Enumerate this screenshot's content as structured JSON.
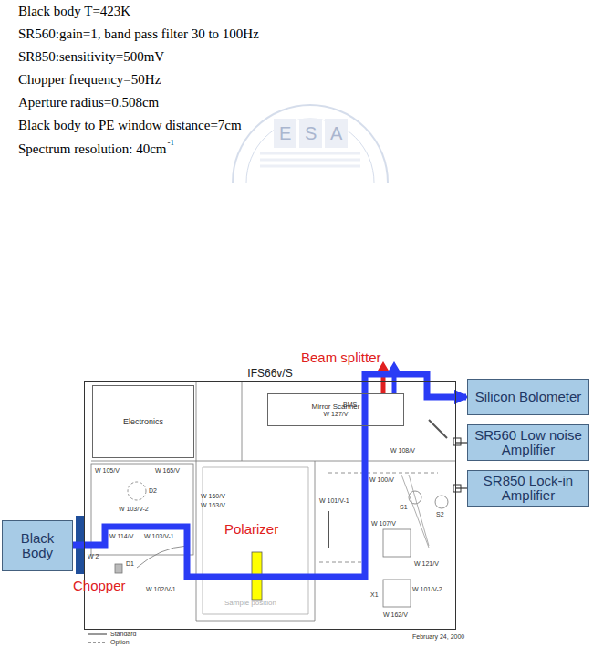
{
  "diagram": {
    "title": "IFS66v/S",
    "nodes": [
      {
        "text": [
          "IFS66v/S"
        ]
      },
      {
        "text": [
          "Electronics"
        ],
        "in": 0
      },
      {
        "text": [
          "Mirror Scanner",
          "W 127/V"
        ],
        "in": 0
      },
      {
        "text": [
          "Sample position"
        ],
        "in": 0
      },
      {
        "text": [
          "Black Body"
        ]
      },
      {
        "text": [
          "Silicon Bolometer"
        ]
      },
      {
        "text": [
          "SR560 Low noise Amplifier"
        ]
      },
      {
        "text": [
          "SR850 Lock-in Amplifier"
        ]
      }
    ],
    "edges": [
      {
        "from": 4,
        "to": 5,
        "arrow": "to"
      },
      {
        "from": 0,
        "to": 6,
        "arrow": "none"
      },
      {
        "from": 0,
        "to": 7,
        "arrow": "none"
      }
    ],
    "labels": [
      "Black body T=423K",
      "SR560:gain=1, band pass filter 30 to 100Hz",
      "SR850:sensitivity=500mV",
      "Chopper frequency=50Hz",
      "Aperture radius=0.508cm",
      "Black body to PE window distance=7cm",
      "Spectrum resolution: 40cm",
      "-1",
      "E",
      "S",
      "A",
      "Polarizer",
      "Beam splitter",
      "Chopper",
      "February 24, 2000",
      "W 2",
      "W 114/V",
      "W 105/V",
      "W 165/V",
      "D2",
      "W 103/V-2",
      "W 103/V-1",
      "D1",
      "W 102/V-1",
      "W 160/V",
      "W 163/V",
      "BMS",
      "W 108/V",
      "W 100/V",
      "S1",
      "S2",
      "W 107/V",
      "W 101/V-1",
      "W 121/V",
      "W 101/V-2",
      "X1",
      "W 162/V"
    ],
    "legend": [
      {
        "text": "Standard"
      },
      {
        "text": "Option"
      }
    ]
  }
}
